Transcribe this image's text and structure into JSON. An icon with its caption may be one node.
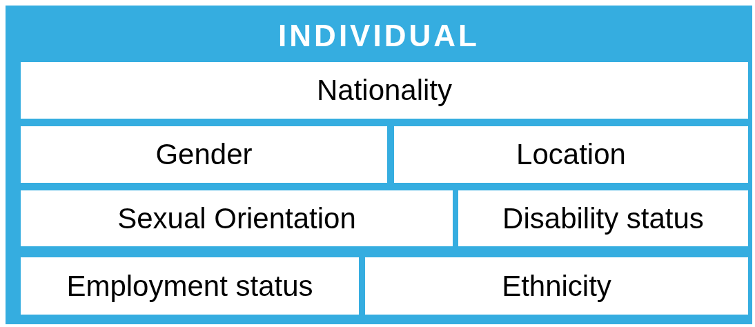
{
  "diagram": {
    "nodes": [
      {
        "text": [
          "INDIVIDUAL"
        ]
      },
      {
        "text": [
          "Nationality"
        ],
        "in": 0
      },
      {
        "text": [
          "Gender"
        ],
        "in": 0
      },
      {
        "text": [
          "Location"
        ],
        "in": 0
      },
      {
        "text": [
          "Sexual Orientation"
        ],
        "in": 0
      },
      {
        "text": [
          "Disability status"
        ],
        "in": 0
      },
      {
        "text": [
          "Employment status"
        ],
        "in": 0
      },
      {
        "text": [
          "Ethnicity"
        ],
        "in": 0
      }
    ]
  }
}
